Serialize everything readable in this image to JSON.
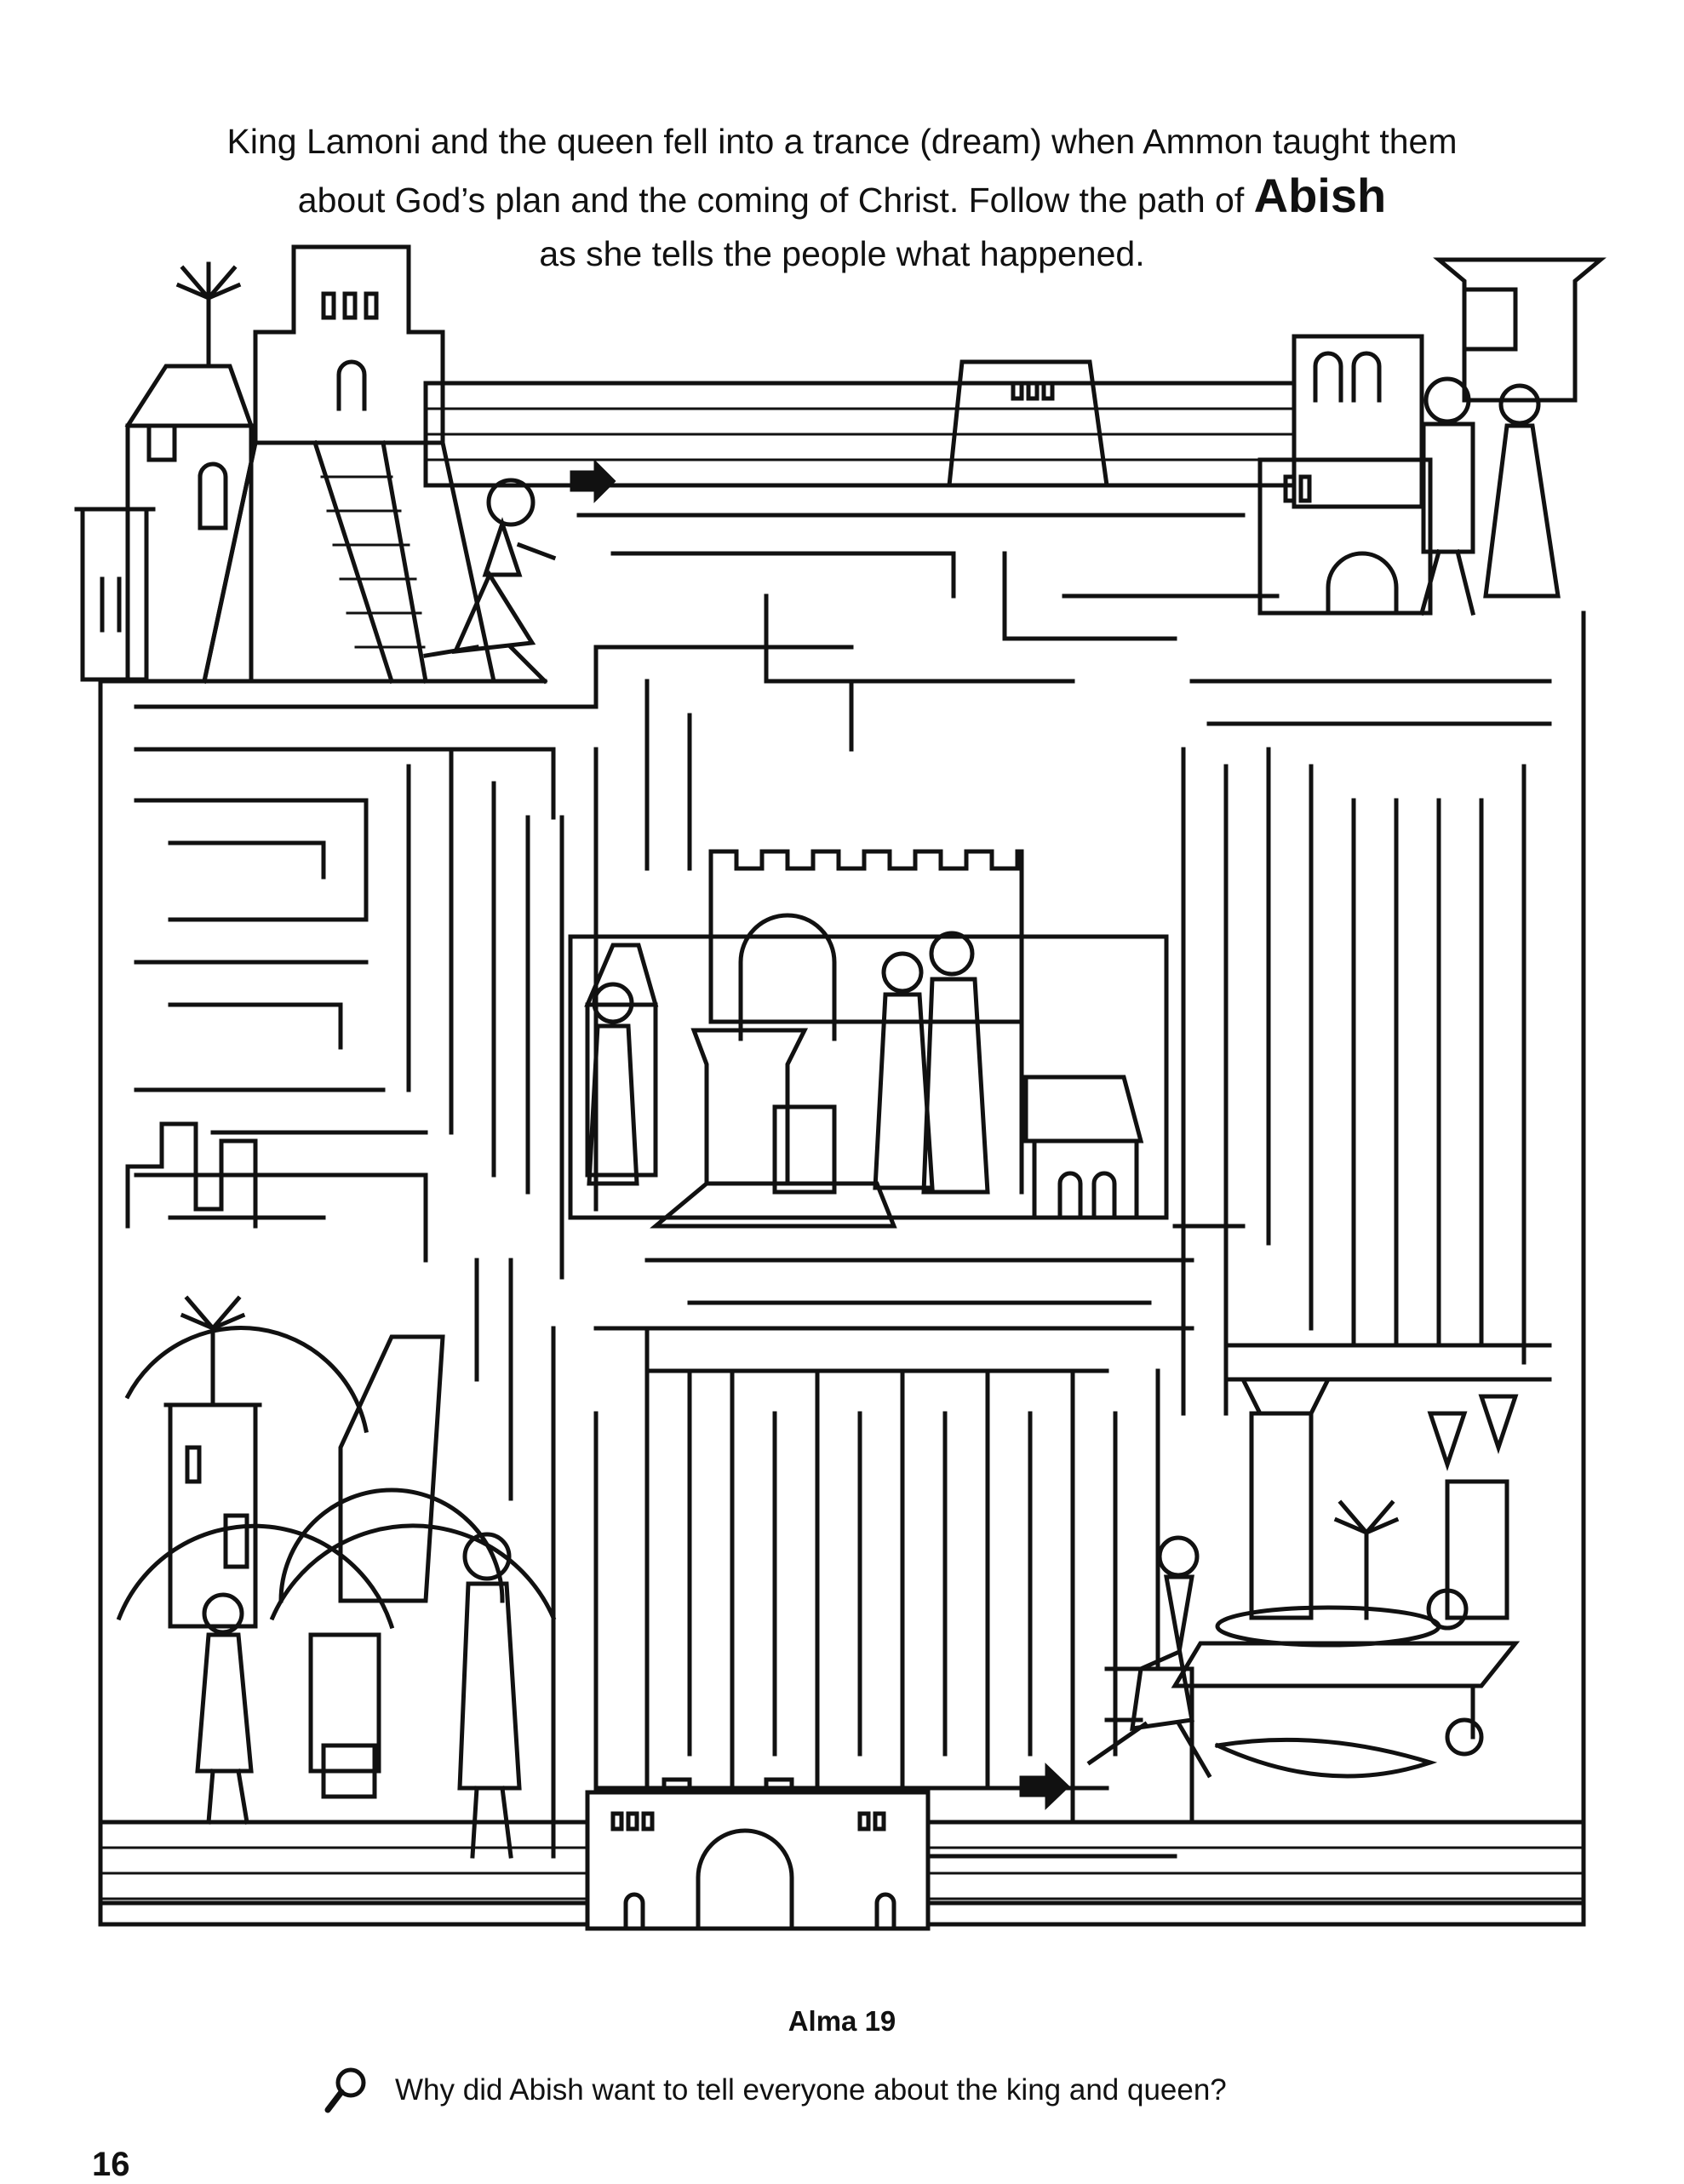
{
  "intro": {
    "line1": "King Lamoni and the queen fell into a trance (dream) when Ammon taught them",
    "line2_before": "about God’s plan and the coming of Christ. Follow the path of",
    "highlight": "Abish",
    "line3": "as she tells the people what happened."
  },
  "scripture_reference": "Alma 19",
  "question": {
    "icon": "magnifying-glass-icon",
    "text": "Why did Abish want to tell everyone about the king and queen?"
  },
  "page_number": "16",
  "colors": {
    "ink": "#111111",
    "paper": "#ffffff"
  }
}
